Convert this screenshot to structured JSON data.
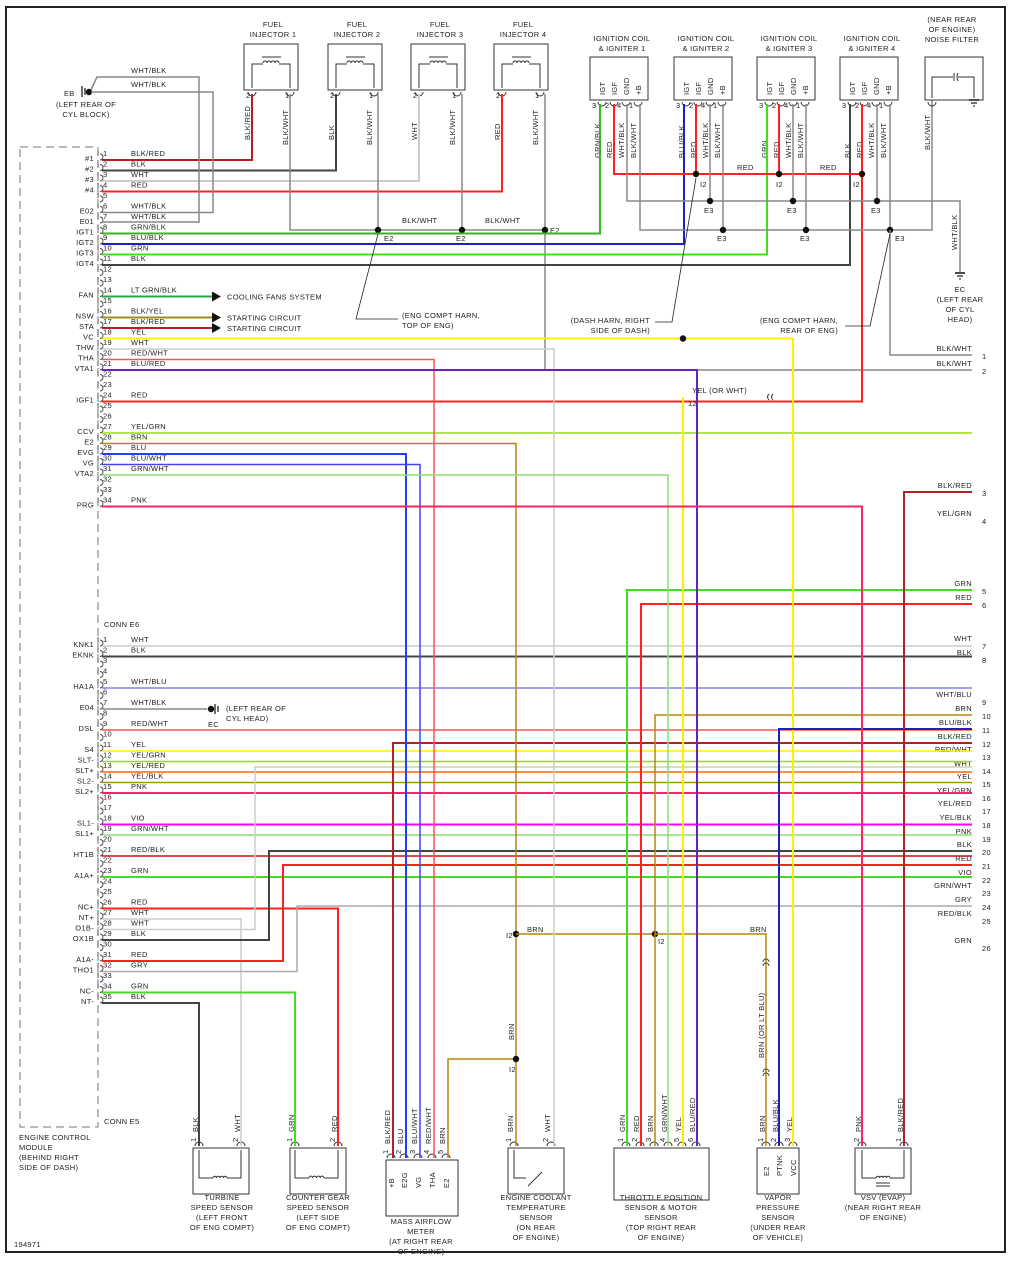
{
  "diagram_id": "194971",
  "colors": {
    "BLK/RED": "#b22222",
    "BLK": "#444444",
    "WHT": "#cccccc",
    "RED": "#ff2020",
    "WHT/BLK": "#888888",
    "GRN/BLK": "#3cb028",
    "BLU/BLK": "#2020c0",
    "GRN": "#44dd22",
    "LT GRN/BLK": "#22aa44",
    "BLK/YEL": "#a08a20",
    "YEL": "#ffee00",
    "RED/WHT": "#ff5050",
    "BLU/RED": "#6a20c0",
    "YEL/GRN": "#99dd00",
    "BRN": "#b8860b",
    "BLU": "#1f3fff",
    "BLU/WHT": "#4444ee",
    "GRN/WHT": "#88e070",
    "PNK": "#ff2266",
    "WHT/BLU": "#8080f0",
    "YEL/RED": "#ff6600",
    "YEL/BLK": "#999900",
    "VIO": "#ff00ff",
    "RED/BLK": "#cc1010",
    "GRY": "#aaaaaa",
    "BLK/WHT": "#888888"
  },
  "ecm": {
    "title_lines": [
      "ENGINE CONTROL",
      "MODULE",
      "(BEHIND RIGHT",
      "SIDE OF DASH)"
    ],
    "conn_e6_label": "CONN E6",
    "conn_e5_label": "CONN E5",
    "e6_pins": [
      {
        "pin": "1",
        "name": "#1",
        "wire": "BLK/RED"
      },
      {
        "pin": "2",
        "name": "#2",
        "wire": "BLK"
      },
      {
        "pin": "3",
        "name": "#3",
        "wire": "WHT"
      },
      {
        "pin": "4",
        "name": "#4",
        "wire": "RED"
      },
      {
        "pin": "5",
        "name": "",
        "wire": ""
      },
      {
        "pin": "6",
        "name": "E02",
        "wire": "WHT/BLK"
      },
      {
        "pin": "7",
        "name": "E01",
        "wire": "WHT/BLK"
      },
      {
        "pin": "8",
        "name": "IGT1",
        "wire": "GRN/BLK"
      },
      {
        "pin": "9",
        "name": "IGT2",
        "wire": "BLU/BLK"
      },
      {
        "pin": "10",
        "name": "IGT3",
        "wire": "GRN"
      },
      {
        "pin": "11",
        "name": "IGT4",
        "wire": "BLK"
      },
      {
        "pin": "12",
        "name": "",
        "wire": ""
      },
      {
        "pin": "13",
        "name": "",
        "wire": ""
      },
      {
        "pin": "14",
        "name": "FAN",
        "wire": "LT GRN/BLK"
      },
      {
        "pin": "15",
        "name": "",
        "wire": ""
      },
      {
        "pin": "16",
        "name": "NSW",
        "wire": "BLK/YEL"
      },
      {
        "pin": "17",
        "name": "STA",
        "wire": "BLK/RED"
      },
      {
        "pin": "18",
        "name": "VC",
        "wire": "YEL"
      },
      {
        "pin": "19",
        "name": "THW",
        "wire": "WHT"
      },
      {
        "pin": "20",
        "name": "THA",
        "wire": "RED/WHT"
      },
      {
        "pin": "21",
        "name": "VTA1",
        "wire": "BLU/RED"
      },
      {
        "pin": "22",
        "name": "",
        "wire": ""
      },
      {
        "pin": "23",
        "name": "",
        "wire": ""
      },
      {
        "pin": "24",
        "name": "IGF1",
        "wire": "RED"
      },
      {
        "pin": "25",
        "name": "",
        "wire": ""
      },
      {
        "pin": "26",
        "name": "",
        "wire": ""
      },
      {
        "pin": "27",
        "name": "CCV",
        "wire": "YEL/GRN"
      },
      {
        "pin": "28",
        "name": "E2",
        "wire": "BRN"
      },
      {
        "pin": "29",
        "name": "EVG",
        "wire": "BLU"
      },
      {
        "pin": "30",
        "name": "VG",
        "wire": "BLU/WHT"
      },
      {
        "pin": "31",
        "name": "VTA2",
        "wire": "GRN/WHT"
      },
      {
        "pin": "32",
        "name": "",
        "wire": ""
      },
      {
        "pin": "33",
        "name": "",
        "wire": ""
      },
      {
        "pin": "34",
        "name": "PRG",
        "wire": "PNK"
      }
    ],
    "e5_pins": [
      {
        "pin": "1",
        "name": "KNK1",
        "wire": "WHT"
      },
      {
        "pin": "2",
        "name": "EKNK",
        "wire": "BLK"
      },
      {
        "pin": "3",
        "name": "",
        "wire": ""
      },
      {
        "pin": "4",
        "name": "",
        "wire": ""
      },
      {
        "pin": "5",
        "name": "HA1A",
        "wire": "WHT/BLU"
      },
      {
        "pin": "6",
        "name": "",
        "wire": ""
      },
      {
        "pin": "7",
        "name": "E04",
        "wire": "WHT/BLK"
      },
      {
        "pin": "8",
        "name": "",
        "wire": ""
      },
      {
        "pin": "9",
        "name": "DSL",
        "wire": "RED/WHT"
      },
      {
        "pin": "10",
        "name": "",
        "wire": ""
      },
      {
        "pin": "11",
        "name": "S4",
        "wire": "YEL"
      },
      {
        "pin": "12",
        "name": "SLT-",
        "wire": "YEL/GRN"
      },
      {
        "pin": "13",
        "name": "SLT+",
        "wire": "YEL/RED"
      },
      {
        "pin": "14",
        "name": "SL2-",
        "wire": "YEL/BLK"
      },
      {
        "pin": "15",
        "name": "SL2+",
        "wire": "PNK"
      },
      {
        "pin": "16",
        "name": "",
        "wire": ""
      },
      {
        "pin": "17",
        "name": "",
        "wire": ""
      },
      {
        "pin": "18",
        "name": "SL1-",
        "wire": "VIO"
      },
      {
        "pin": "19",
        "name": "SL1+",
        "wire": "GRN/WHT"
      },
      {
        "pin": "20",
        "name": "",
        "wire": ""
      },
      {
        "pin": "21",
        "name": "HT1B",
        "wire": "RED/BLK"
      },
      {
        "pin": "22",
        "name": "",
        "wire": ""
      },
      {
        "pin": "23",
        "name": "A1A+",
        "wire": "GRN"
      },
      {
        "pin": "24",
        "name": "",
        "wire": ""
      },
      {
        "pin": "25",
        "name": "",
        "wire": ""
      },
      {
        "pin": "26",
        "name": "NC+",
        "wire": "RED"
      },
      {
        "pin": "27",
        "name": "NT+",
        "wire": "WHT"
      },
      {
        "pin": "28",
        "name": "O1B-",
        "wire": "WHT"
      },
      {
        "pin": "29",
        "name": "OX1B",
        "wire": "BLK"
      },
      {
        "pin": "30",
        "name": "",
        "wire": ""
      },
      {
        "pin": "31",
        "name": "A1A-",
        "wire": "RED"
      },
      {
        "pin": "32",
        "name": "THO1",
        "wire": "GRY"
      },
      {
        "pin": "33",
        "name": "",
        "wire": ""
      },
      {
        "pin": "34",
        "name": "NC-",
        "wire": "GRN"
      },
      {
        "pin": "35",
        "name": "NT-",
        "wire": "BLK"
      }
    ]
  },
  "injectors": [
    {
      "title": [
        "FUEL",
        "INJECTOR 1"
      ],
      "pin2_wire": "BLK/RED",
      "pin1_wire": "BLK/WHT"
    },
    {
      "title": [
        "FUEL",
        "INJECTOR 2"
      ],
      "pin2_wire": "BLK",
      "pin1_wire": "BLK/WHT"
    },
    {
      "title": [
        "FUEL",
        "INJECTOR 3"
      ],
      "pin2_wire": "WHT",
      "pin1_wire": "BLK/WHT"
    },
    {
      "title": [
        "FUEL",
        "INJECTOR 4"
      ],
      "pin2_wire": "RED",
      "pin1_wire": "BLK/WHT"
    }
  ],
  "coils": [
    {
      "title": [
        "IGNITION COIL",
        "& IGNITER 1"
      ],
      "pins": [
        "IGT",
        "IGF",
        "GND",
        "+B"
      ],
      "pin_nums": [
        "3",
        "2",
        "4",
        "1"
      ],
      "wires": [
        "GRN/BLK",
        "RED",
        "WHT/BLK",
        "BLK/WHT"
      ]
    },
    {
      "title": [
        "IGNITION COIL",
        "& IGNITER 2"
      ],
      "pins": [
        "IGT",
        "IGF",
        "GND",
        "+B"
      ],
      "pin_nums": [
        "3",
        "2",
        "4",
        "1"
      ],
      "wires": [
        "BLU/BLK",
        "RED",
        "WHT/BLK",
        "BLK/WHT"
      ]
    },
    {
      "title": [
        "IGNITION COIL",
        "& IGNITER 3"
      ],
      "pins": [
        "IGT",
        "IGF",
        "GND",
        "+B"
      ],
      "pin_nums": [
        "3",
        "2",
        "4",
        "1"
      ],
      "wires": [
        "GRN",
        "RED",
        "WHT/BLK",
        "BLK/WHT"
      ]
    },
    {
      "title": [
        "IGNITION COIL",
        "& IGNITER 4"
      ],
      "pins": [
        "IGT",
        "IGF",
        "GND",
        "+B"
      ],
      "pin_nums": [
        "3",
        "2",
        "4",
        "1"
      ],
      "wires": [
        "BLK",
        "RED",
        "WHT/BLK",
        "BLK/WHT"
      ]
    }
  ],
  "noise_filter": {
    "title": [
      "(NEAR REAR",
      "OF ENGINE)",
      "NOISE FILTER"
    ],
    "wire": "BLK/WHT"
  },
  "grounds": {
    "eb": {
      "label": "EB",
      "note": [
        "(LEFT REAR OF",
        "CYL BLOCK)"
      ],
      "wires": [
        "WHT/BLK",
        "WHT/BLK"
      ]
    },
    "ec_top": {
      "label": "EC",
      "note": [
        "(LEFT REAR",
        "OF CYL",
        "HEAD)"
      ],
      "wire": "WHT/BLK"
    },
    "ec_mid": {
      "label": "EC",
      "note": [
        "(LEFT REAR OF",
        "CYL HEAD)"
      ]
    }
  },
  "splices": {
    "e2": "E2",
    "e3": "E3",
    "i2": "I2",
    "i2_alt": "12"
  },
  "harness_notes": {
    "eng_top": [
      "(ENG COMPT HARN,",
      "TOP OF ENG)"
    ],
    "dash": [
      "(DASH HARN, RIGHT",
      "SIDE OF DASH)"
    ],
    "eng_rear": [
      "(ENG COMPT HARN,",
      "REAR OF ENG)"
    ]
  },
  "arrows": {
    "fan": "COOLING FANS SYSTEM",
    "nsw": "STARTING CIRCUIT",
    "sta": "STARTING CIRCUIT"
  },
  "labels": {
    "yel_or_wht": "YEL (OR WHT)",
    "brn_or_ltblu": "BRN (OR LT BLU)",
    "brn": "BRN",
    "red": "RED",
    "blk_wht": "BLK/WHT"
  },
  "right_edge": [
    {
      "num": "1",
      "wire": "BLK/WHT"
    },
    {
      "num": "2",
      "wire": "BLK/WHT"
    },
    {
      "num": "3",
      "wire": "BLK/RED"
    },
    {
      "num": "4",
      "wire": "YEL/GRN"
    },
    {
      "num": "5",
      "wire": "GRN"
    },
    {
      "num": "6",
      "wire": "RED"
    },
    {
      "num": "7",
      "wire": "WHT"
    },
    {
      "num": "8",
      "wire": "BLK"
    },
    {
      "num": "9",
      "wire": "WHT/BLU"
    },
    {
      "num": "10",
      "wire": "BRN"
    },
    {
      "num": "11",
      "wire": "BLU/BLK"
    },
    {
      "num": "12",
      "wire": "BLK/RED"
    },
    {
      "num": "13",
      "wire": "RED/WHT"
    },
    {
      "num": "14",
      "wire": "WHT"
    },
    {
      "num": "15",
      "wire": "YEL"
    },
    {
      "num": "16",
      "wire": "YEL/GRN"
    },
    {
      "num": "17",
      "wire": "YEL/RED"
    },
    {
      "num": "18",
      "wire": "YEL/BLK"
    },
    {
      "num": "19",
      "wire": "PNK"
    },
    {
      "num": "20",
      "wire": "BLK"
    },
    {
      "num": "21",
      "wire": "RED"
    },
    {
      "num": "22",
      "wire": "VIO"
    },
    {
      "num": "23",
      "wire": "GRN/WHT"
    },
    {
      "num": "24",
      "wire": "GRY"
    },
    {
      "num": "25",
      "wire": "RED/BLK"
    },
    {
      "num": "26",
      "wire": "GRN"
    }
  ],
  "bottom_components": [
    {
      "id": "turbine",
      "title": [
        "TURBINE",
        "SPEED SENSOR",
        "(LEFT FRONT",
        "OF ENG COMPT)"
      ],
      "pins": [
        {
          "num": "1",
          "wire": "BLK"
        },
        {
          "num": "2",
          "wire": "WHT"
        }
      ],
      "type": "coil"
    },
    {
      "id": "counter",
      "title": [
        "COUNTER GEAR",
        "SPEED SENSOR",
        "(LEFT SIDE",
        "OF ENG COMPT)"
      ],
      "pins": [
        {
          "num": "1",
          "wire": "GRN"
        },
        {
          "num": "2",
          "wire": "RED"
        }
      ],
      "type": "coil"
    },
    {
      "id": "maf",
      "title": [
        "MASS AIRFLOW",
        "METER",
        "(AT RIGHT REAR",
        "OF ENGINE)"
      ],
      "pins": [
        {
          "num": "1",
          "wire": "BLK/RED",
          "term": "+B"
        },
        {
          "num": "2",
          "wire": "BLU",
          "term": "E2G"
        },
        {
          "num": "3",
          "wire": "BLU/WHT",
          "term": "VG"
        },
        {
          "num": "4",
          "wire": "RED/WHT",
          "term": "THA"
        },
        {
          "num": "5",
          "wire": "BRN",
          "term": "E2"
        }
      ],
      "type": "terms"
    },
    {
      "id": "ect",
      "title": [
        "ENGINE COOLANT",
        "TEMPERATURE",
        "SENSOR",
        "(ON REAR",
        "OF ENGINE)"
      ],
      "pins": [
        {
          "num": "1",
          "wire": "BRN"
        },
        {
          "num": "2",
          "wire": "WHT"
        }
      ],
      "type": "thermistor"
    },
    {
      "id": "tps",
      "title": [
        "THROTTLE POSITION",
        "SENSOR & MOTOR",
        "SENSOR",
        "(TOP RIGHT REAR",
        "OF ENGINE)"
      ],
      "pins": [
        {
          "num": "1",
          "wire": "GRN"
        },
        {
          "num": "2",
          "wire": "RED"
        },
        {
          "num": "3",
          "wire": "BRN"
        },
        {
          "num": "4",
          "wire": "GRN/WHT"
        },
        {
          "num": "5",
          "wire": "YEL"
        },
        {
          "num": "6",
          "wire": "BLU/RED"
        }
      ],
      "type": "plain"
    },
    {
      "id": "vps",
      "title": [
        "VAPOR",
        "PRESSURE",
        "SENSOR",
        "(UNDER REAR",
        "OF VEHICLE)"
      ],
      "pins": [
        {
          "num": "1",
          "wire": "BRN",
          "term": "E2"
        },
        {
          "num": "2",
          "wire": "BLU/BLK",
          "term": "PTNK"
        },
        {
          "num": "3",
          "wire": "YEL",
          "term": "VCC"
        }
      ],
      "type": "terms"
    },
    {
      "id": "vsv",
      "title": [
        "VSV (EVAP)",
        "(NEAR RIGHT REAR",
        "OF ENGINE)"
      ],
      "pins": [
        {
          "num": "2",
          "wire": "PNK"
        },
        {
          "num": "1",
          "wire": "BLK/RED"
        }
      ],
      "type": "coil"
    }
  ]
}
